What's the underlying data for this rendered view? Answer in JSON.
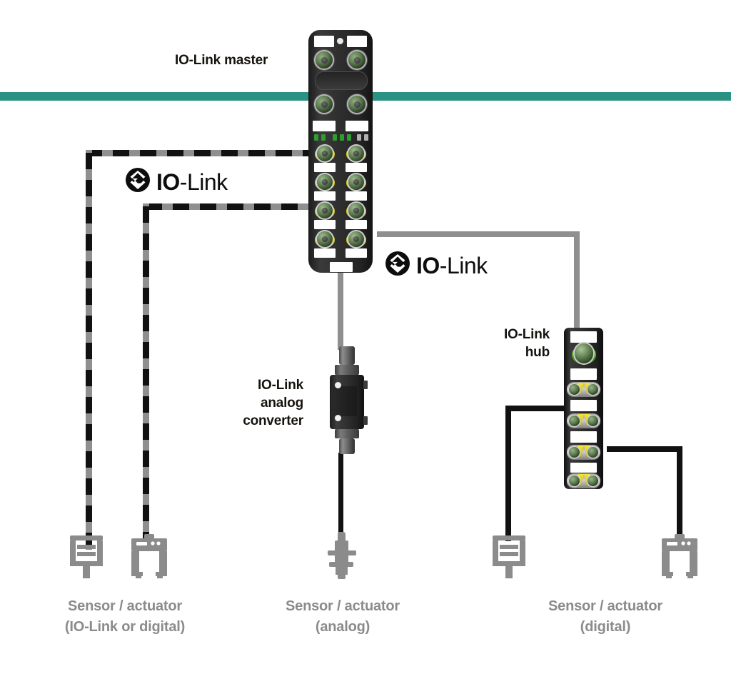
{
  "diagram": {
    "title": "IO-Link topology diagram",
    "colors": {
      "network_bar": "#2a9183",
      "cable_gray": "#8f8f8f",
      "cable_black": "#111111",
      "label_gray": "#8b8b8b",
      "label_black": "#16130f",
      "led_green": "#2f9e2f",
      "port_yellow": "#e6d42a"
    }
  },
  "labels": {
    "master": "IO-Link master",
    "hub": "IO-Link\nhub",
    "converter": "IO-Link\nanalog\nconverter",
    "sensor_iolink_digital": "Sensor / actuator\n(IO-Link or digital)",
    "sensor_analog": "Sensor / actuator\n(analog)",
    "sensor_digital": "Sensor / actuator\n(digital)"
  },
  "logos": [
    {
      "bold": "IO",
      "rest": "-Link"
    },
    {
      "bold": "IO",
      "rest": "-Link"
    }
  ],
  "devices": {
    "master": {
      "name": "IO-Link master",
      "top_ports": 2,
      "mid_ports": 2,
      "iolink_port_rows": 4,
      "iolink_ports_per_row": 2,
      "led_groups": [
        {
          "color": "green",
          "count": 2
        },
        {
          "color": "green",
          "count": 3
        },
        {
          "color": "gray",
          "count": 2
        }
      ]
    },
    "hub": {
      "name": "IO-Link hub",
      "uplink_ports": 1,
      "port_pair_rows": 4,
      "ports_per_row": 2
    },
    "converter": {
      "name": "IO-Link analog converter",
      "connectors": 2,
      "indicator_dots": 2
    }
  },
  "endpoints": [
    {
      "id": "sensor-square-left",
      "type": "square-sensor"
    },
    {
      "id": "sensor-fork-left",
      "type": "fork-sensor"
    },
    {
      "id": "sensor-analog",
      "type": "analog-sensor"
    },
    {
      "id": "sensor-square-right",
      "type": "square-sensor"
    },
    {
      "id": "sensor-fork-right",
      "type": "fork-sensor"
    }
  ]
}
